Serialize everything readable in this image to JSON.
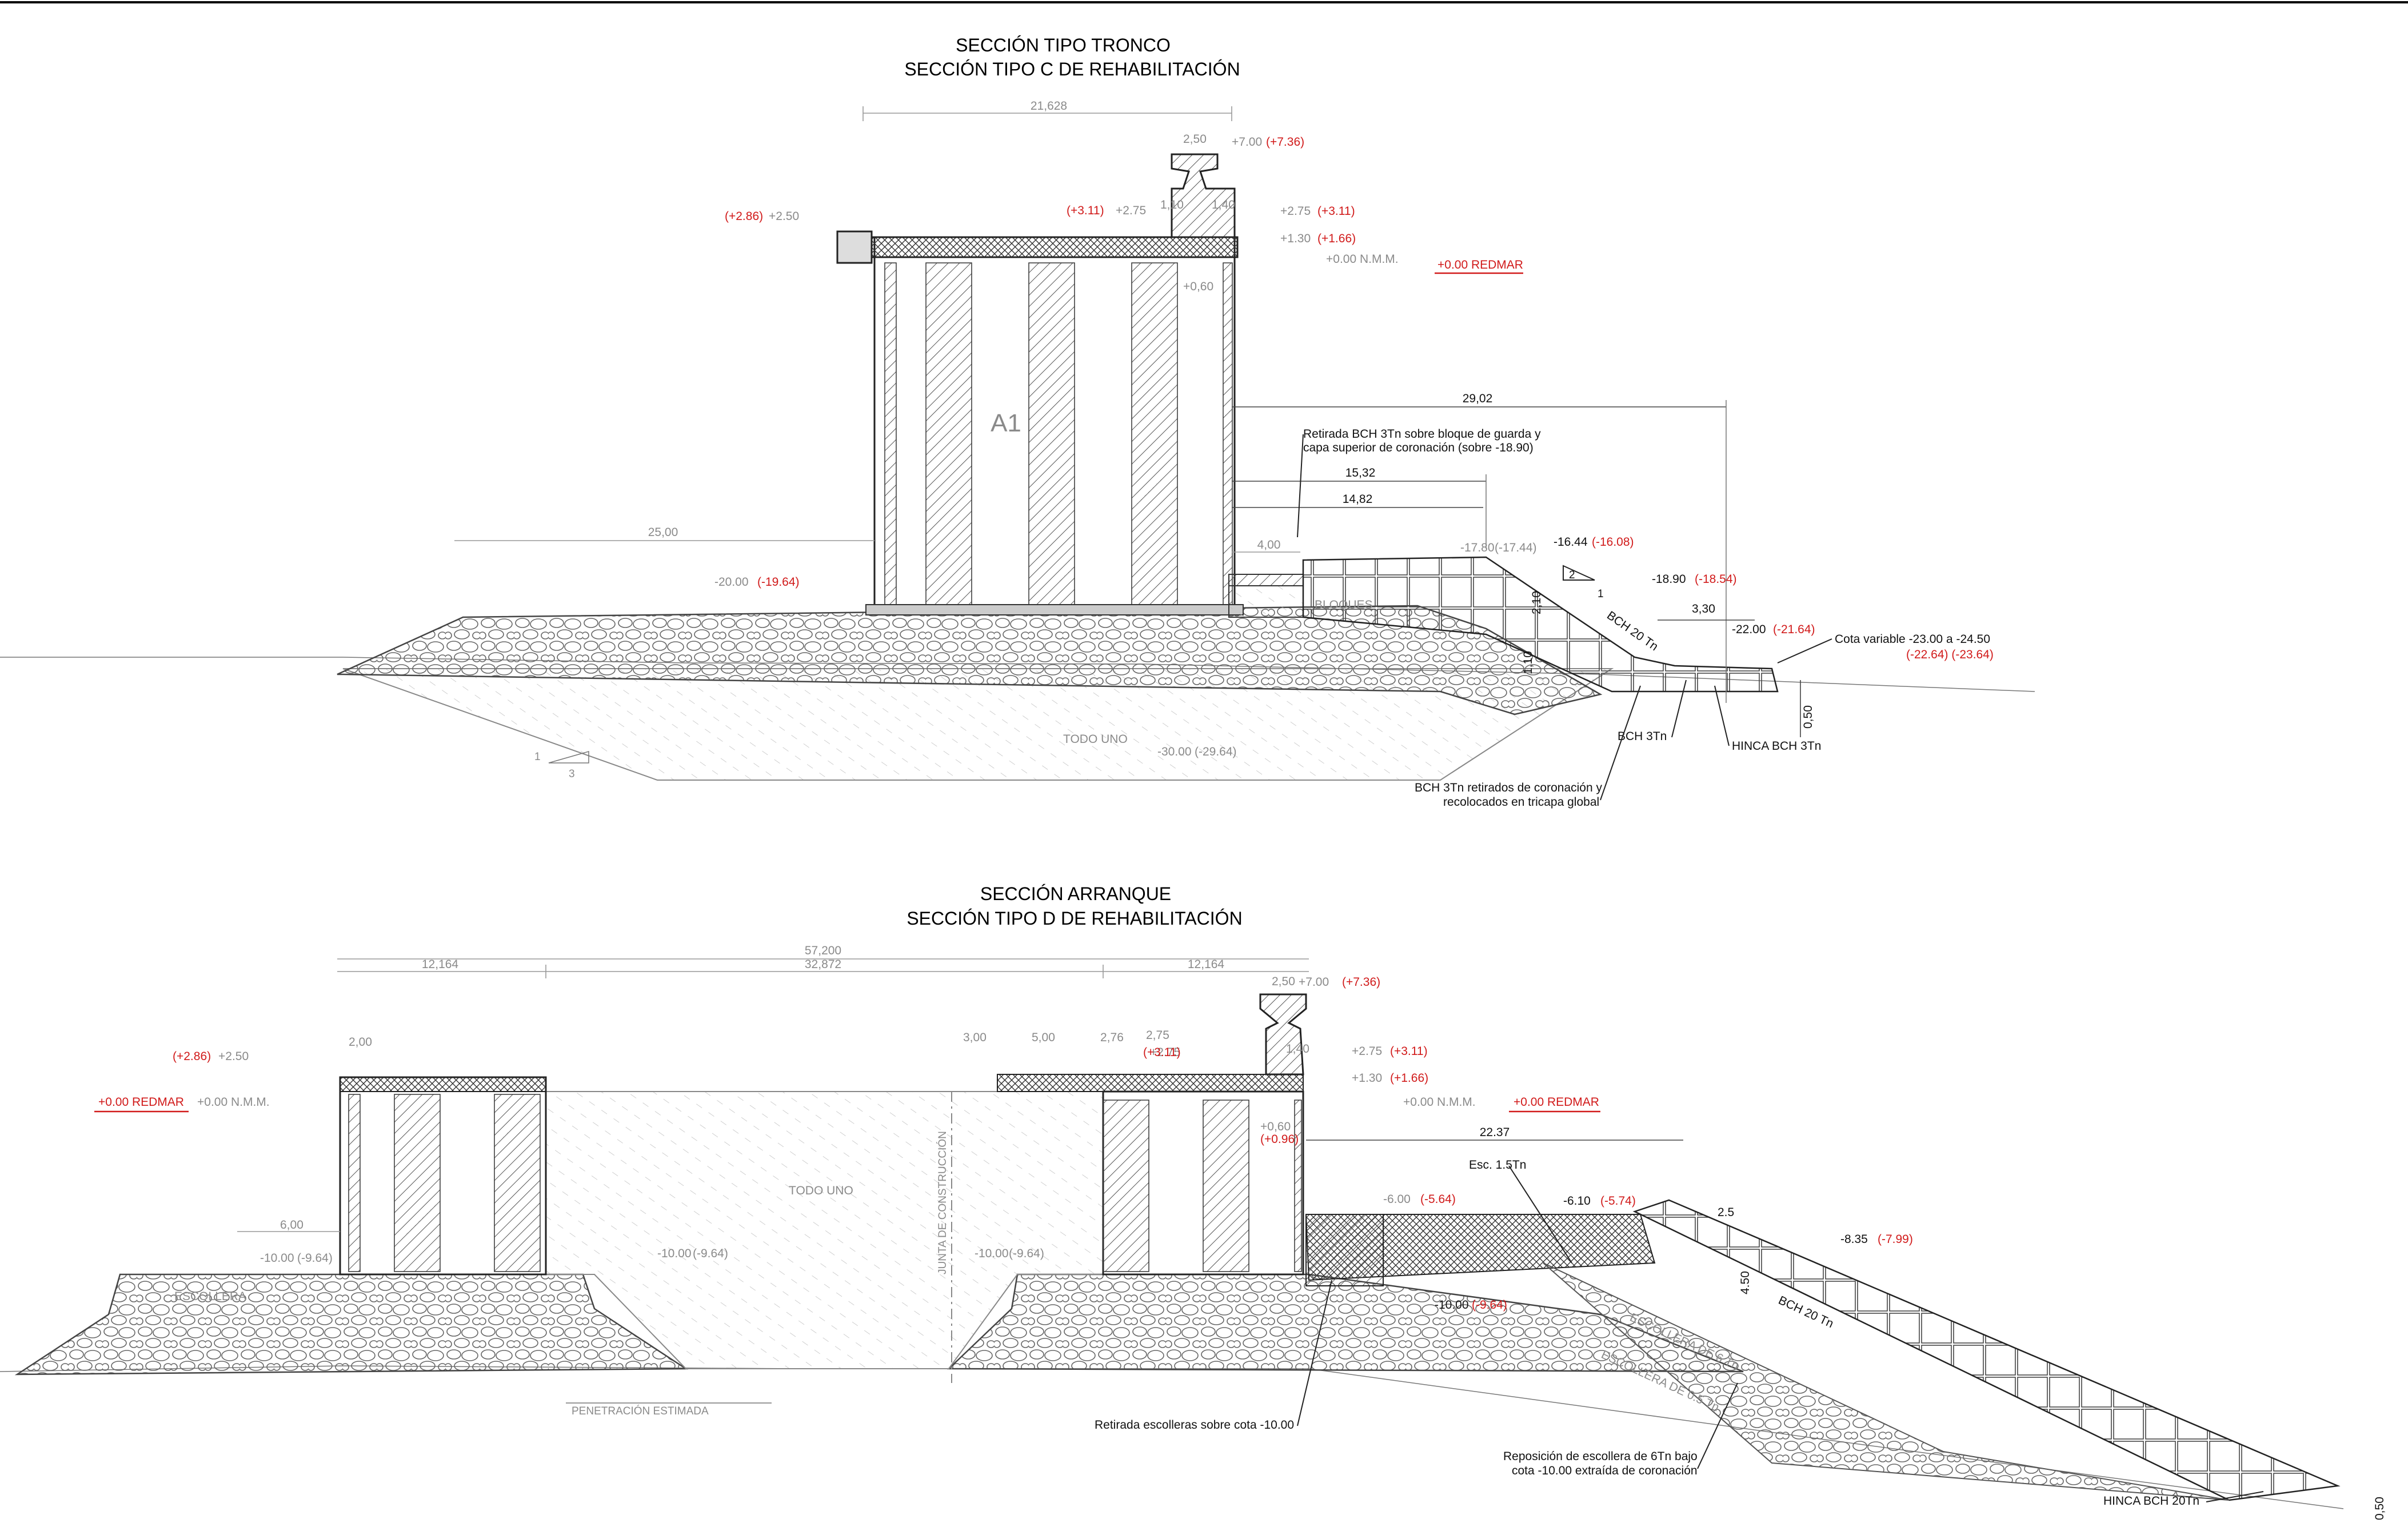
{
  "section1": {
    "title_line1": "SECCIÓN TIPO TRONCO",
    "title_line2": "SECCIÓN TIPO C DE REHABILITACIÓN",
    "caisson_label": "A1",
    "dims": {
      "top_width": "21,628",
      "parapet_width": "2,50",
      "d110": "1,10",
      "d140": "1,40",
      "d060": "+0,60",
      "d2902": "29,02",
      "d1532": "15,32",
      "d1482": "14,82",
      "d400": "4,00",
      "d2500": "25,00",
      "d330": "3,30",
      "d210": "2,10",
      "d110b": "1,10",
      "d050": "0,50"
    },
    "levels": {
      "parapet_top": "+7.00",
      "parapet_top_red": "(+7.36)",
      "left_250": "+2.50",
      "left_250_red": "(+2.86)",
      "crown_275": "+2.75",
      "crown_275_red": "(+3.11)",
      "right_275": "+2.75",
      "right_275_red": "(+3.11)",
      "right_130": "+1.30",
      "right_130_red": "(+1.66)",
      "nmm": "+0.00 N.M.M.",
      "redmar": "+0.00 REDMAR",
      "base": "-20.00",
      "base_red": "(-19.64)",
      "l1780": "-17.80",
      "l1780_red": "(-17.44)",
      "l1644": "-16.44",
      "l1644_red": "(-16.08)",
      "l1890": "-18.90",
      "l1890_red": "(-18.54)",
      "l2200": "-22.00",
      "l2200_red": "(-21.64)",
      "l3000": "-30.00",
      "l3000_red": "(-29.64)"
    },
    "notes": {
      "retirada": "Retirada BCH 3Tn sobre bloque de guarda y capa superior de coronación  (sobre -18.90)",
      "bch20": "BCH 20 Tn",
      "bloques": "BLOQUES",
      "cota_variable": "Cota variable -23.00 a -24.50",
      "cota_variable_red": "(-22.64)  (-23.64)",
      "bch3": "BCH 3Tn",
      "hinca": "HINCA BCH 3Tn",
      "retirados": "BCH 3Tn retirados de coronación y recolocados en tricapa global",
      "todouno": "TODO UNO"
    },
    "slopes": {
      "s2": "2",
      "s1": "1",
      "s3": "3"
    }
  },
  "section2": {
    "title_line1": "SECCIÓN ARRANQUE",
    "title_line2": "SECCIÓN TIPO D DE REHABILITACIÓN",
    "dims": {
      "total": "57,200",
      "left": "12,164",
      "middle": "32,872",
      "right": "12,164",
      "parapet": "2,50",
      "d200": "2,00",
      "d300": "3,00",
      "d500": "5,00",
      "d276": "2,76",
      "d275": "2,75",
      "d140": "1,40",
      "d600": "6,00",
      "d060": "+0,60",
      "d2237": "22.37",
      "d25": "2.5",
      "d450": "4.50",
      "d050": "0,50"
    },
    "levels": {
      "parapet_top": "+7.00",
      "parapet_top_red": "(+7.36)",
      "left_250": "+2.50",
      "left_250_red": "(+2.86)",
      "redmar_left": "+0.00 REDMAR",
      "nmm_left": "+0.00 N.M.M.",
      "crown_275": "+2.75",
      "crown_275_red": "(+3.11)",
      "right_275": "+2.75",
      "right_275_red": "(+3.11)",
      "right_130": "+1.30",
      "right_130_red": "(+1.66)",
      "nmm_right": "+0.00 N.M.M.",
      "redmar_right": "+0.00 REDMAR",
      "inner_060_red": "(+0.96)",
      "base_left": "-10.00",
      "base_left_red": "(-9.64)",
      "base_mid": "-10.00",
      "base_mid_red": "(-9.64)",
      "base_right": "-10.00",
      "base_right_red": "(-9.64)",
      "l600": "-6.00",
      "l600_red": "(-5.64)",
      "l610": "-6.10",
      "l610_red": "(-5.74)",
      "l835": "-8.35",
      "l835_red": "(-7.99)",
      "l1000": "-10.00",
      "l1000_red": "(-9.64)"
    },
    "notes": {
      "esc15": "Esc. 1.5Tn",
      "bch20": "BCH 20 Tn",
      "escollera6": "ESCOLLERA DE 6 Tn",
      "escollera05": "ESCOLLERA DE 0.5 Tn",
      "escollera_left": "ESCOLLERA",
      "todouno": "TODO UNO",
      "penetracion": "PENETRACIÓN ESTIMADA",
      "junta": "JUNTA DE CONSTRUCCIÓN",
      "retirada": "Retirada escolleras sobre cota -10.00",
      "reposicion1": "Reposición de escollera de 6Tn bajo",
      "reposicion2": "cota -10.00 extraída de coronación",
      "hinca": "HINCA BCH 20Tn"
    }
  }
}
